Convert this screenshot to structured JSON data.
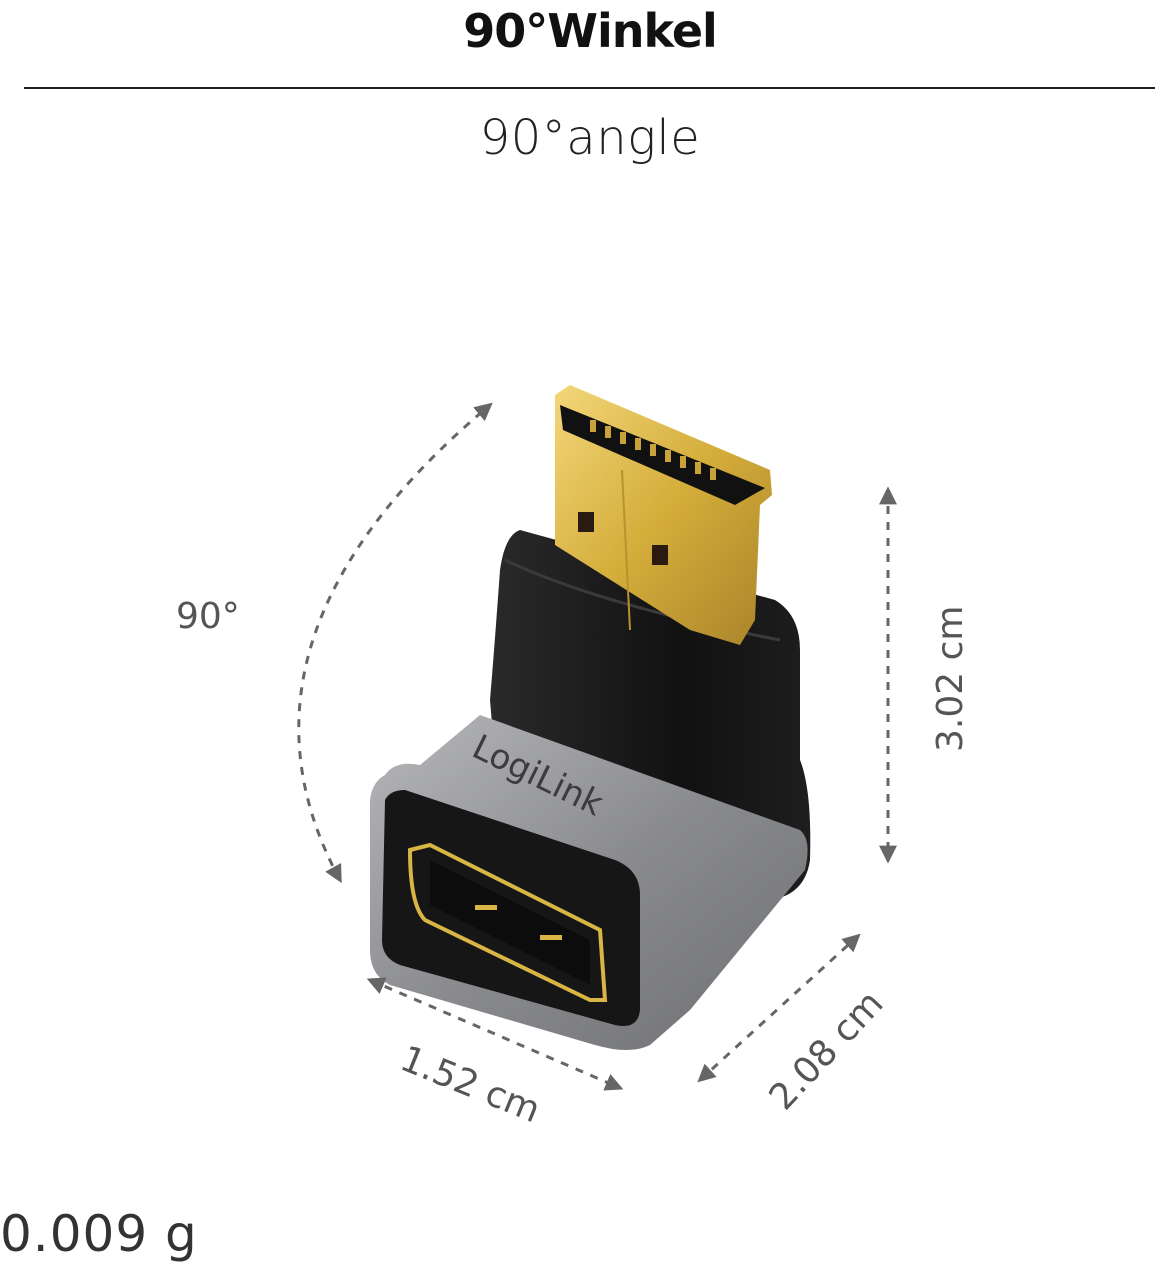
{
  "header": {
    "title_de": "90°Winkel",
    "title_en": "90°angle"
  },
  "product": {
    "brand_logo": "LogiLink",
    "weight": "0.009 g"
  },
  "dimensions": {
    "angle": "90°",
    "height": "3.02 cm",
    "width": "1.52 cm",
    "depth": "2.08 cm"
  },
  "colors": {
    "connector_gold": "#d8b545",
    "body_black": "#141414",
    "shell_silver": "#8e8f92",
    "dimension_gray": "#666666"
  }
}
